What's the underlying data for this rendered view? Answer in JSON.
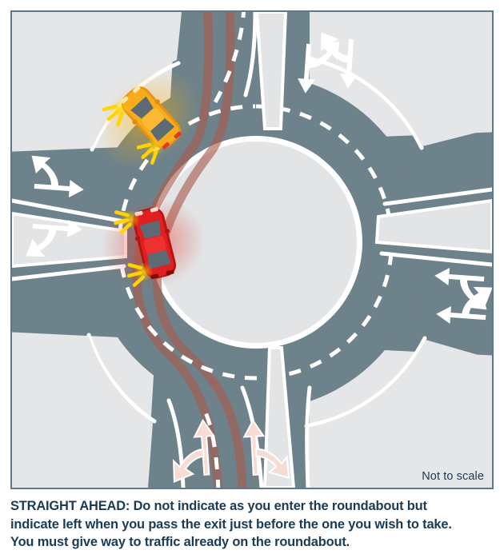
{
  "diagram": {
    "title": "roundabout-straight-ahead-diagram",
    "note": "Not to scale",
    "colors": {
      "road": "#6e828b",
      "verge": "#e4e6e8",
      "island": "#e2e4e6",
      "line_white": "#ffffff",
      "path_trace": "#a85a4a",
      "frame": "#5d7a8c",
      "car_yellow": "#f5a623",
      "car_red": "#d81e1e",
      "indicator": "#ffd400",
      "text": "#1b3a54"
    },
    "vehicles": [
      {
        "name": "yellow-car",
        "label": "yellow car leaving roundabout at left exit",
        "color": "#f5a623",
        "indicator": "left"
      },
      {
        "name": "red-car",
        "label": "red car approaching left exit on roundabout",
        "color": "#d81e1e",
        "indicator": "left"
      }
    ],
    "lane_arrows": [
      {
        "approach": "bottom",
        "lane": "left",
        "directions": "straight-and-left"
      },
      {
        "approach": "bottom",
        "lane": "right",
        "directions": "straight-and-right"
      },
      {
        "approach": "top",
        "lane": "left",
        "directions": "straight-and-left"
      },
      {
        "approach": "top",
        "lane": "right",
        "directions": "straight-and-right"
      },
      {
        "approach": "left",
        "lane": "upper",
        "directions": "straight-and-left"
      },
      {
        "approach": "left",
        "lane": "lower",
        "directions": "straight-and-right"
      },
      {
        "approach": "right",
        "lane": "upper",
        "directions": "straight-and-left"
      },
      {
        "approach": "right",
        "lane": "lower",
        "directions": "straight-and-right"
      }
    ]
  },
  "caption": {
    "line1": "STRAIGHT AHEAD: Do not indicate as you enter the roundabout but",
    "line2": "indicate left when you pass the exit just before the one you wish to take.",
    "line3": "You must give way to traffic already on the roundabout."
  }
}
